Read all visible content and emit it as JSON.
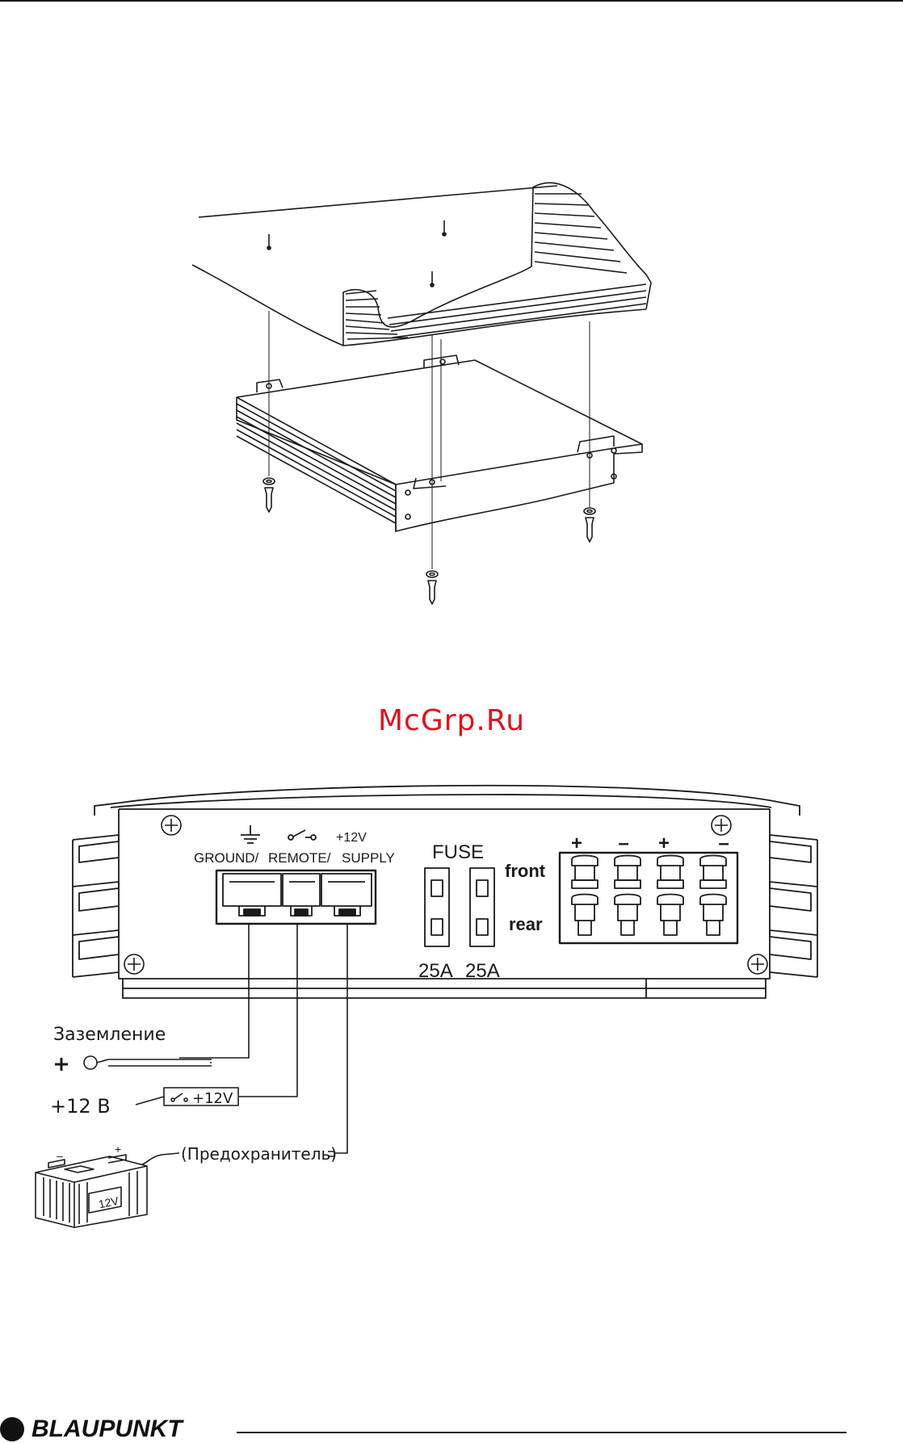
{
  "watermark": "McGrp.Ru",
  "terminal_block": {
    "ground_symbol_label": "GROUND/",
    "remote_label": "REMOTE/",
    "supply_label": "SUPPLY",
    "supply_voltage": "+12V"
  },
  "fuse": {
    "title": "FUSE",
    "ratings": [
      "25A",
      "25A"
    ]
  },
  "speaker_terminals": {
    "polarity": [
      "+",
      "–",
      "+",
      "–"
    ],
    "rows": [
      "front",
      "rear"
    ]
  },
  "wiring": {
    "ground_label": "Заземление",
    "ground_sign": "–",
    "remote_source_label": "+12 В",
    "remote_switch_label": "+12V",
    "fuse_label": "(Предохранитель)",
    "battery_label": "12V",
    "battery_terminals": [
      "–",
      "+"
    ]
  },
  "footer": {
    "brand": "BLAUPUNKT"
  }
}
